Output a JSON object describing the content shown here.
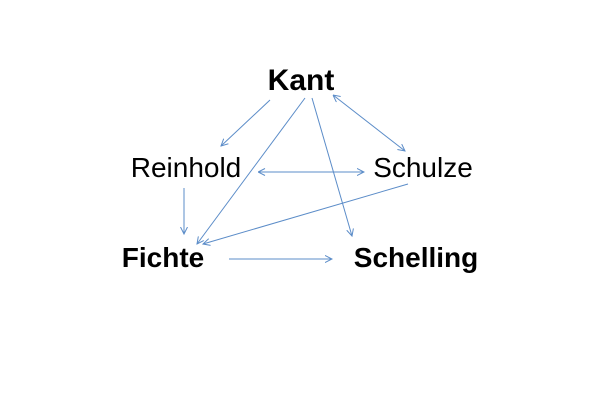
{
  "nodes": {
    "kant": "Kant",
    "reinhold": "Reinhold",
    "schulze": "Schulze",
    "fichte": "Fichte",
    "schelling": "Schelling"
  },
  "edges": [
    {
      "from": "kant",
      "to": "reinhold",
      "direction": "forward"
    },
    {
      "from": "kant",
      "to": "fichte",
      "direction": "forward"
    },
    {
      "from": "kant",
      "to": "schelling",
      "direction": "forward"
    },
    {
      "from": "kant",
      "to": "schulze",
      "direction": "both"
    },
    {
      "from": "reinhold",
      "to": "schulze",
      "direction": "both"
    },
    {
      "from": "reinhold",
      "to": "fichte",
      "direction": "forward"
    },
    {
      "from": "schulze",
      "to": "fichte",
      "direction": "forward"
    },
    {
      "from": "fichte",
      "to": "schelling",
      "direction": "forward"
    }
  ],
  "colors": {
    "arrow": "#5b8cc8",
    "text": "#000000",
    "background": "#ffffff"
  }
}
